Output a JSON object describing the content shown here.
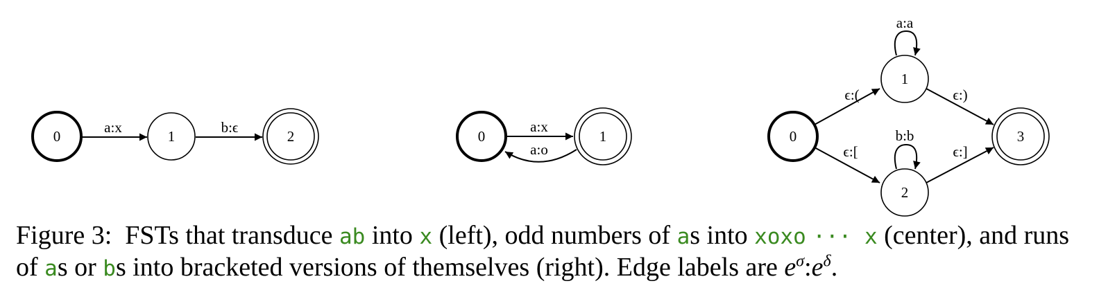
{
  "diagrams": {
    "left": {
      "nodes": [
        "0",
        "1",
        "2"
      ],
      "edges": [
        "a:x",
        "b:ϵ"
      ]
    },
    "center": {
      "nodes": [
        "0",
        "1"
      ],
      "edges": [
        "a:x",
        "a:o"
      ]
    },
    "right": {
      "nodes": [
        "0",
        "1",
        "2",
        "3"
      ],
      "edges": [
        "ϵ:(",
        "ϵ:)",
        "a:a",
        "ϵ:[",
        "ϵ:]",
        "b:b"
      ]
    }
  },
  "caption": {
    "prefix": "Figure 3:",
    "t1": "FSTs that transduce",
    "c1": "ab",
    "t2": "into",
    "c2": "x",
    "t3": "(left), odd numbers of",
    "c3": "a",
    "t4": "s into",
    "c4": "xoxo",
    "c5": "··· x",
    "t5": "(center), and runs of",
    "c6": "a",
    "t6": "s or",
    "c7": "b",
    "t7": "s into bracketed versions of themselves (right). Edge labels are",
    "m1": "e",
    "s1": "σ",
    "colon": ":",
    "m2": "e",
    "s2": "δ",
    "end": "."
  },
  "colors": {
    "code": "#3a8a20",
    "stroke": "#000000"
  }
}
